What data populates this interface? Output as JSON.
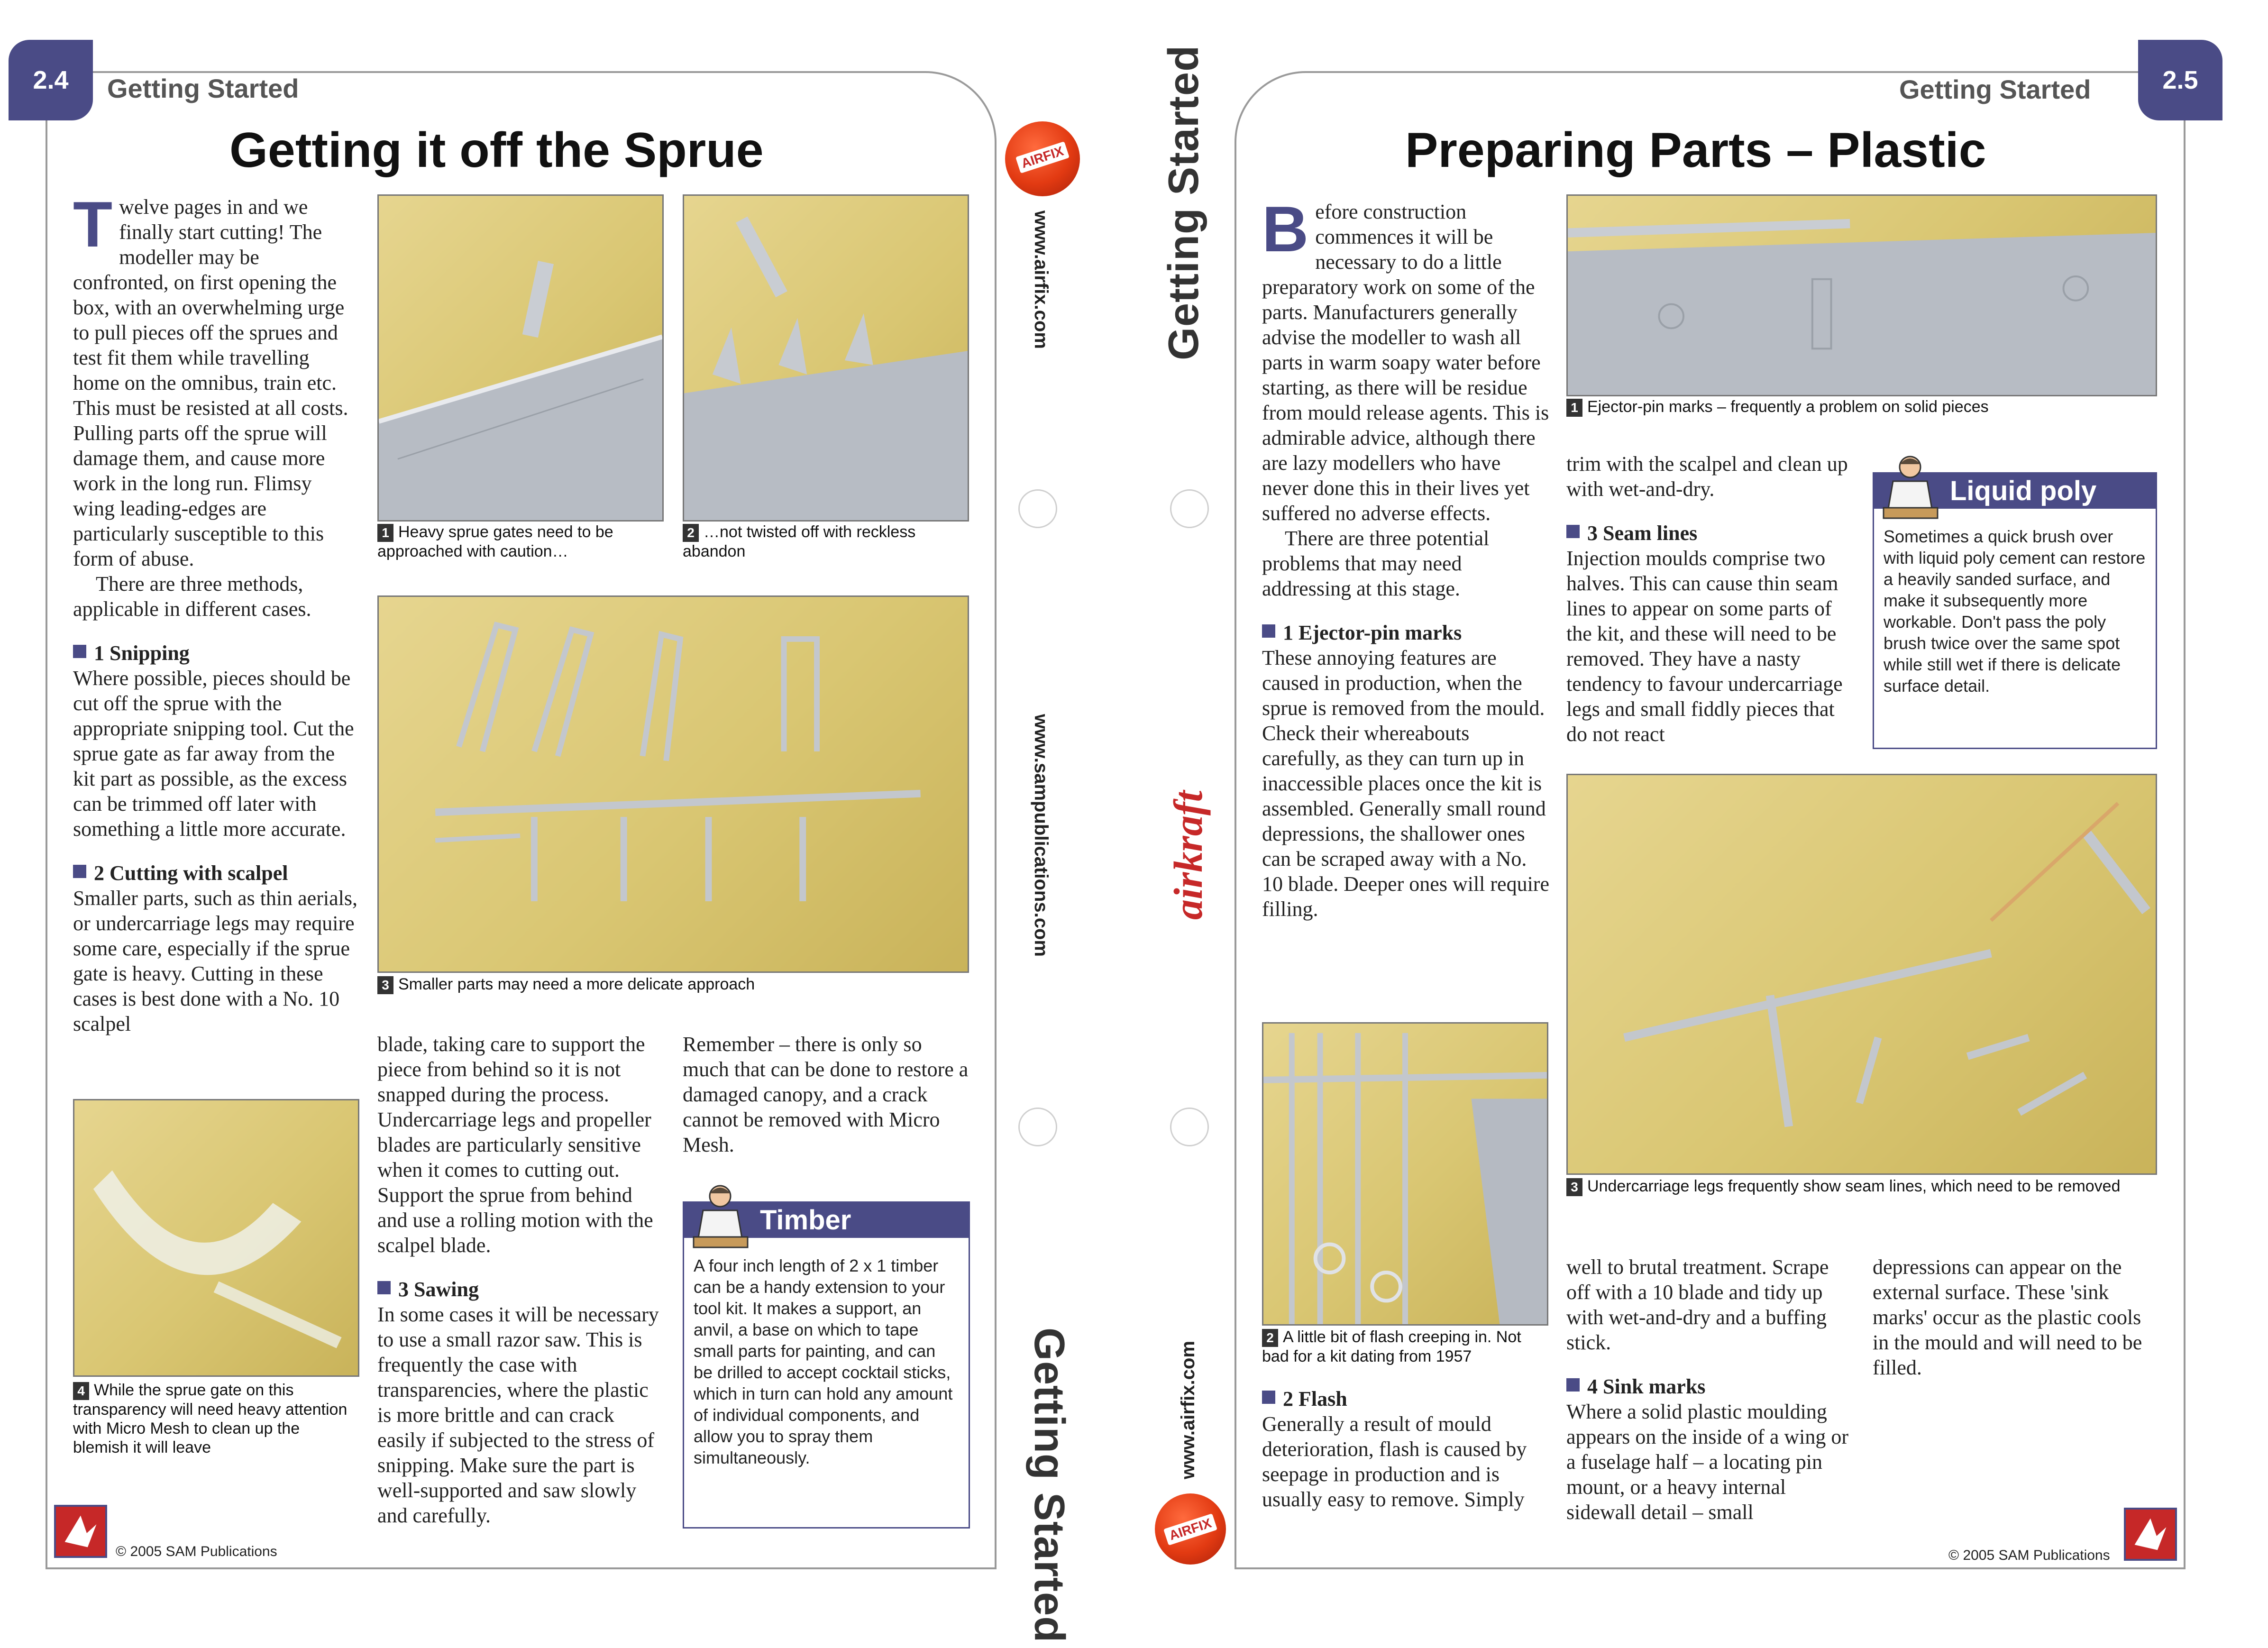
{
  "left_page": {
    "page_number": "2.4",
    "running_head": "Getting Started",
    "title": "Getting it off the Sprue",
    "intro_dropcap": "T",
    "intro_text": "welve pages in and we finally start cutting! The modeller may be confronted, on first opening the box, with an overwhelming urge to pull pieces off the sprues and test fit them while travelling home on the omnibus, train etc. This must be resisted at all costs. Pulling parts off the sprue will damage them, and cause more work in the long run. Flimsy wing leading-edges are particularly susceptible to this form of abuse.",
    "intro_text2": "There are three methods, applicable in different cases.",
    "s1_head": "1 Snipping",
    "s1_text": "Where possible, pieces should be cut off the sprue with the appropriate snipping tool. Cut the sprue gate as far away from the kit part as possible, as the excess can be trimmed off later with something a little more accurate.",
    "s2_head": "2 Cutting with scalpel",
    "s2_text": "Smaller parts, such as thin aerials, or undercarriage legs may require some care, especially if the sprue gate is heavy. Cutting in these cases is best done with a No. 10 scalpel",
    "col2_text": "blade, taking care to support the piece from behind so it is not snapped during the process. Undercarriage legs and propeller blades are particularly sensitive when it comes to cutting out. Support the sprue from behind and use a rolling motion with the scalpel blade.",
    "s3_head": "3 Sawing",
    "s3_text": "In some cases it will be necessary to use a small razor saw. This is frequently the case with transparencies, where the plastic is more brittle and can crack easily if subjected to the stress of snipping. Make sure the part is well-supported and saw slowly and carefully.",
    "col3_text": "Remember – there is only so much that can be done to restore a damaged canopy, and a crack cannot be removed with Micro Mesh.",
    "captions": [
      {
        "num": "1",
        "text": "Heavy sprue gates need to be approached with caution…"
      },
      {
        "num": "2",
        "text": "…not twisted off with reckless abandon"
      },
      {
        "num": "3",
        "text": "Smaller parts may need a more delicate approach"
      },
      {
        "num": "4",
        "text": "While the sprue gate on this transparency will need heavy attention with Micro Mesh to clean up the blemish it will leave"
      }
    ],
    "tip": {
      "title": "Timber",
      "text": "A four inch length of 2 x 1 timber can be a handy extension to your tool kit. It makes a support, an anvil, a base on which to tape small parts for painting, and can be drilled to accept cocktail sticks, which in turn can hold any amount of individual components, and allow you to spray them simultaneously."
    },
    "copyright": "© 2005 SAM Publications",
    "sidebar_url_1": "www.airfix.com",
    "sidebar_url_2": "www.sampublications.com",
    "sidebar_title": "Getting Started",
    "logo_text": "AIRFIX"
  },
  "right_page": {
    "page_number": "2.5",
    "running_head": "Getting Started",
    "title": "Preparing Parts – Plastic",
    "intro_dropcap": "B",
    "intro_text": "efore construction commences it will be necessary to do a little preparatory work on some of the parts. Manufacturers generally advise the modeller to wash all parts in warm soapy water before starting, as there will be residue from mould release agents. This is admirable advice, although there are lazy modellers who have never done this in their lives yet suffered no adverse effects.",
    "intro_text2": "There are three potential problems that may need addressing at this stage.",
    "s1_head": "1 Ejector-pin marks",
    "s1_text": "These annoying features are caused in production, when the sprue is removed from the mould. Check their whereabouts carefully, as they can turn up in inaccessible places once the kit is assembled. Generally small round depressions, the shallower ones can be scraped away with a No. 10 blade. Deeper ones will require filling.",
    "s2_head": "2 Flash",
    "s2_text": "Generally a result of mould deterioration, flash is caused by seepage in production and is usually easy to remove. Simply",
    "col2_top": "trim with the scalpel and clean up with wet-and-dry.",
    "s3_head": "3 Seam lines",
    "s3_text": "Injection moulds comprise two halves. This can cause thin seam lines to appear on some parts of the kit, and these will need to be removed. They have a nasty tendency to favour undercarriage legs and small fiddly pieces that do not react",
    "col2_bottom": "well to brutal treatment. Scrape off with a 10 blade and tidy up with wet-and-dry and a buffing stick.",
    "s4_head": "4 Sink marks",
    "s4_text": "Where a solid plastic moulding appears on the inside of a wing or a fuselage half – a locating pin mount, or a heavy internal sidewall detail – small",
    "col3_bottom": "depressions can appear on the external surface. These 'sink marks' occur as the plastic cools in the mould and will need to be filled.",
    "captions": [
      {
        "num": "1",
        "text": "Ejector-pin marks – frequently a problem on solid pieces"
      },
      {
        "num": "2",
        "text": "A little bit of flash creeping in. Not bad for a kit dating from 1957"
      },
      {
        "num": "3",
        "text": "Undercarriage legs frequently show seam lines, which need to be removed"
      }
    ],
    "tip": {
      "title": "Liquid poly",
      "text": "Sometimes a quick brush over with liquid poly cement can restore a heavily sanded surface, and make it subsequently more workable. Don't pass the poly brush twice over the same spot while still wet if there is delicate surface detail."
    },
    "copyright": "© 2005 SAM Publications",
    "sidebar_title": "Getting Started",
    "sidebar_brand": "airkraft",
    "sidebar_url": "www.airfix.com",
    "logo_text": "AIRFIX"
  },
  "colors": {
    "accent": "#4a4b86",
    "logo": "#e23a12",
    "photo_bg": "#d9c672"
  },
  "icons": [
    "modeller-figure-icon",
    "sam-publications-logo",
    "airfix-logo"
  ]
}
